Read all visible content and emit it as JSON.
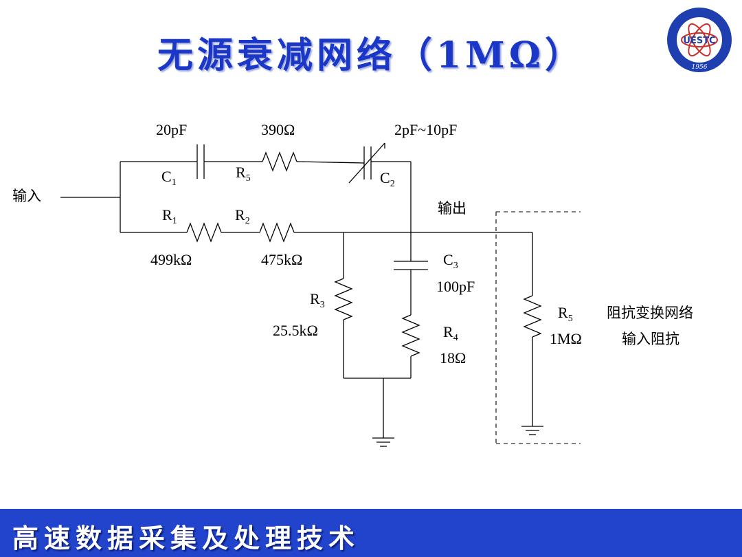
{
  "header": {
    "title": "无源衰减网络（1MΩ）"
  },
  "logo": {
    "text": "UESTC",
    "year": "1956",
    "icon": "university-seal"
  },
  "circuit": {
    "input_label": "输入",
    "output_label": "输出",
    "c1": {
      "name": "C",
      "sub": "1",
      "value": "20pF"
    },
    "r5_top": {
      "name": "R",
      "sub": "5",
      "value": "390Ω"
    },
    "c2": {
      "name": "C",
      "sub": "2",
      "value": "2pF~10pF"
    },
    "r1": {
      "name": "R",
      "sub": "1",
      "value": "499kΩ"
    },
    "r2": {
      "name": "R",
      "sub": "2",
      "value": "475kΩ"
    },
    "r3": {
      "name": "R",
      "sub": "3",
      "value": "25.5kΩ"
    },
    "c3": {
      "name": "C",
      "sub": "3",
      "value": "100pF"
    },
    "r4": {
      "name": "R",
      "sub": "4",
      "value": "18Ω"
    },
    "r5_load": {
      "name": "R",
      "sub": "5",
      "value": "1MΩ"
    },
    "load_note_line1": "阻抗变换网络",
    "load_note_line2": "输入阻抗"
  },
  "footer": {
    "text": "高速数据采集及处理技术"
  },
  "colors": {
    "title": "#1a37c8",
    "footer_bg": "#2244cc"
  }
}
